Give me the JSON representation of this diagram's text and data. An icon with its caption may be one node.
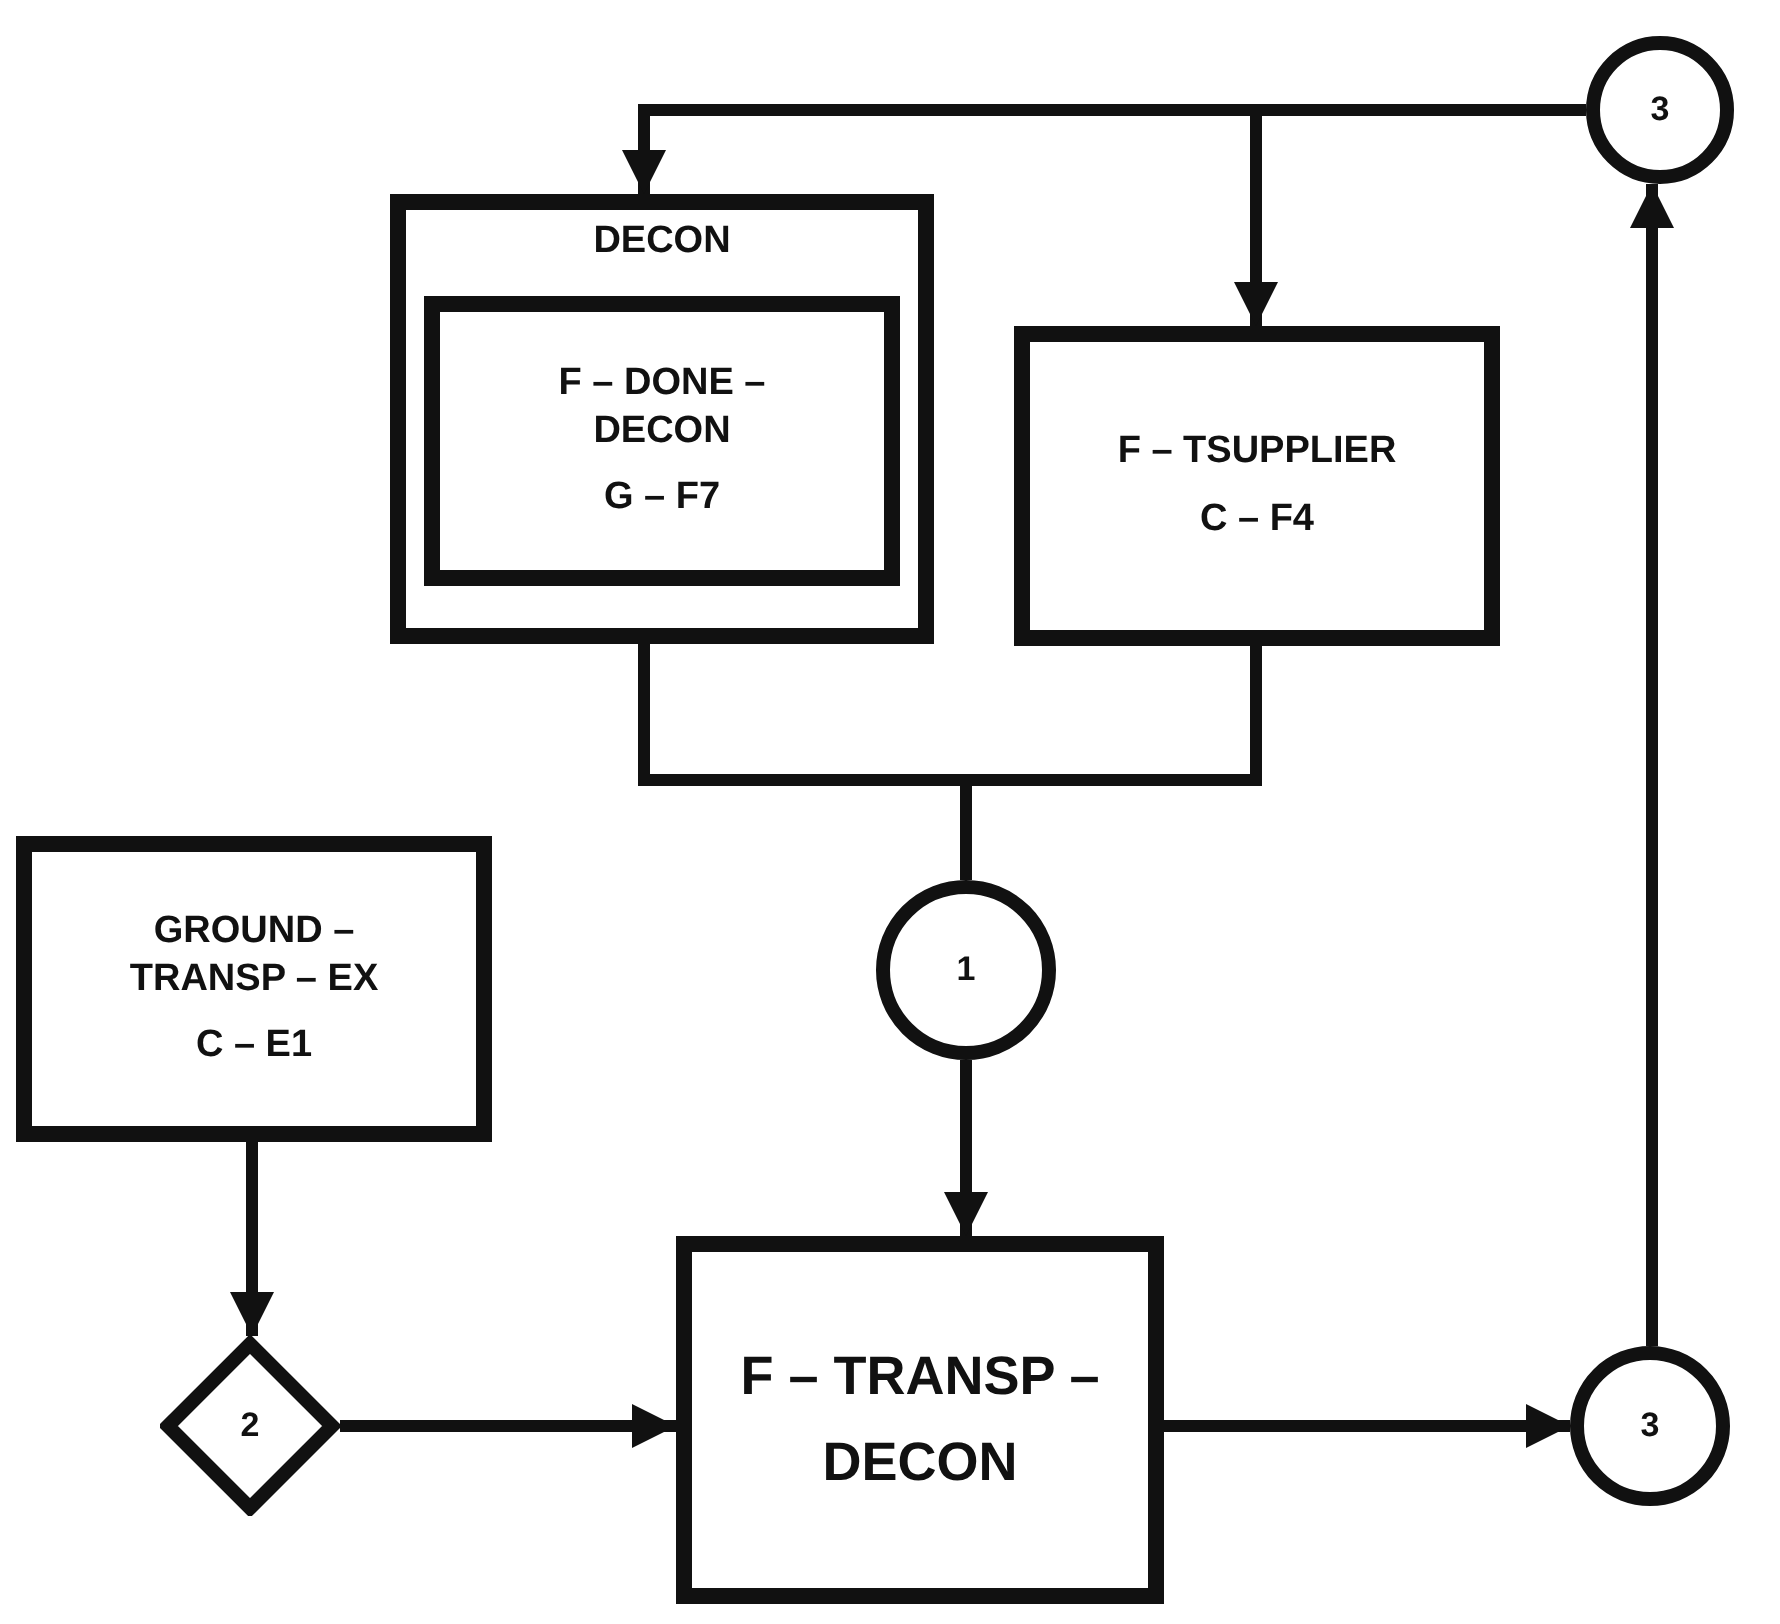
{
  "diagram": {
    "nodes": [
      {
        "text": [
          "DECON"
        ]
      },
      {
        "text": [
          "F – DONE – DECON",
          "G – F7"
        ],
        "in": 0
      },
      {
        "text": [
          "F – TSUPPLIER",
          "C – F4"
        ]
      },
      {
        "text": [
          "3"
        ]
      },
      {
        "text": [
          "GROUND – TRANSP – EX",
          "C – E1"
        ]
      },
      {
        "text": [
          "1"
        ]
      },
      {
        "text": [
          "2"
        ]
      },
      {
        "text": [
          "F – TRANSP – DECON"
        ]
      },
      {
        "text": [
          "3"
        ]
      }
    ],
    "edges": [
      {
        "from": 3,
        "to": 0,
        "arrow": "to"
      },
      {
        "from": 3,
        "to": 2,
        "arrow": "to"
      },
      {
        "from": 0,
        "to": 5,
        "arrow": "none"
      },
      {
        "from": 2,
        "to": 5,
        "arrow": "none"
      },
      {
        "from": 5,
        "to": 7,
        "arrow": "to"
      },
      {
        "from": 4,
        "to": 6,
        "arrow": "to"
      },
      {
        "from": 6,
        "to": 7,
        "arrow": "to"
      },
      {
        "from": 7,
        "to": 8,
        "arrow": "to"
      },
      {
        "from": 8,
        "to": 3,
        "arrow": "to"
      }
    ]
  }
}
